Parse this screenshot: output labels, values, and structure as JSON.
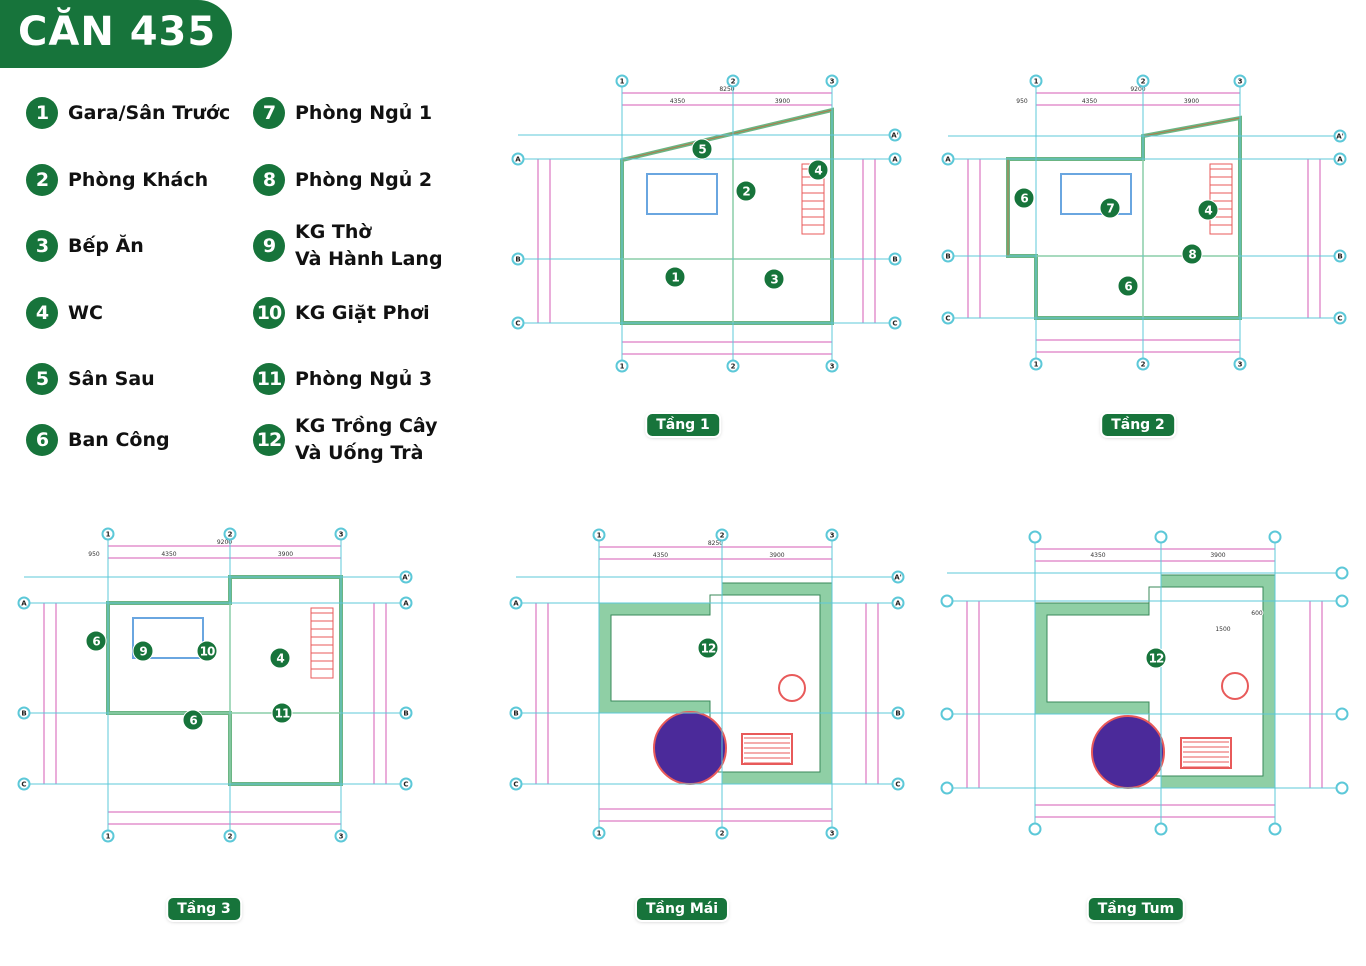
{
  "title": "CĂN 435",
  "legend": [
    {
      "num": "1",
      "label": "Gara/Sân Trước"
    },
    {
      "num": "2",
      "label": "Phòng Khách"
    },
    {
      "num": "3",
      "label": "Bếp Ăn"
    },
    {
      "num": "4",
      "label": "WC"
    },
    {
      "num": "5",
      "label": "Sân Sau"
    },
    {
      "num": "6",
      "label": "Ban Công"
    },
    {
      "num": "7",
      "label": "Phòng Ngủ 1"
    },
    {
      "num": "8",
      "label": "Phòng Ngủ 2"
    },
    {
      "num": "9",
      "label": "KG Thờ\nVà Hành Lang"
    },
    {
      "num": "10",
      "label": "KG Giặt Phơi"
    },
    {
      "num": "11",
      "label": "Phòng Ngủ 3"
    },
    {
      "num": "12",
      "label": "KG Trồng Cây\nVà Uống Trà"
    }
  ],
  "plans": [
    {
      "name": "Tầng 1",
      "x_axes": [
        "1",
        "2",
        "3"
      ],
      "y_axes": [
        "A'",
        "A",
        "B",
        "C"
      ],
      "dims": [
        "8250",
        "4350",
        "3900"
      ],
      "markers": [
        "1",
        "2",
        "3",
        "4",
        "5"
      ]
    },
    {
      "name": "Tầng 2",
      "x_axes": [
        "1",
        "2",
        "3"
      ],
      "y_axes": [
        "A'",
        "A",
        "B",
        "C"
      ],
      "dims": [
        "9200",
        "950",
        "4350",
        "3900"
      ],
      "markers": [
        "6",
        "7",
        "4",
        "8",
        "6"
      ]
    },
    {
      "name": "Tầng 3",
      "x_axes": [
        "1",
        "2",
        "3"
      ],
      "y_axes": [
        "A'",
        "A",
        "B",
        "C"
      ],
      "dims": [
        "9200",
        "950",
        "4350",
        "3900"
      ],
      "markers": [
        "6",
        "9",
        "10",
        "4",
        "11",
        "6"
      ]
    },
    {
      "name": "Tầng Mái",
      "x_axes": [
        "1",
        "2",
        "3"
      ],
      "y_axes": [
        "A'",
        "A",
        "B",
        "C"
      ],
      "dims": [
        "8250",
        "4350",
        "3900"
      ],
      "markers": [
        "12"
      ]
    },
    {
      "name": "Tầng Tum",
      "x_axes": [
        "",
        "",
        ""
      ],
      "y_axes": [
        "",
        "",
        "",
        ""
      ],
      "dims": [
        "4350",
        "3900",
        "1500",
        "600"
      ],
      "markers": [
        "12"
      ]
    }
  ],
  "colors": {
    "brand": "#17743b",
    "grid": "#5cc8d8",
    "dims": "#d45bb5",
    "wall": "#8fcfa5",
    "stair": "#e85a5a",
    "furniture": "#6aa6e0",
    "roof_dome": "#4b2a9a"
  }
}
